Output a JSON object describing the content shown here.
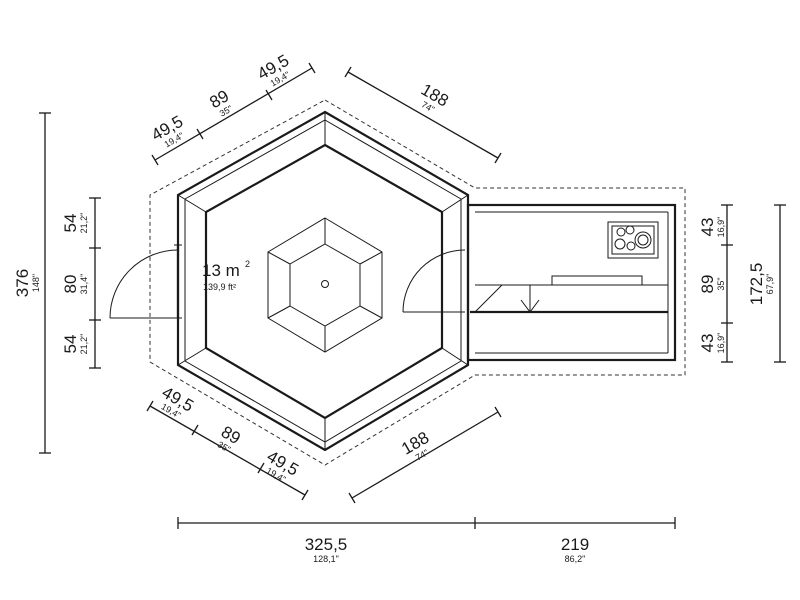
{
  "area": {
    "metric": "13 m",
    "metric_sup": "2",
    "imperial": "139,9 ft²"
  },
  "dimensions": {
    "left_total": {
      "metric": "376",
      "imperial": "148\""
    },
    "left_top": {
      "metric": "54",
      "imperial": "21,2\""
    },
    "left_mid": {
      "metric": "80",
      "imperial": "31,4\""
    },
    "left_bottom": {
      "metric": "54",
      "imperial": "21,2\""
    },
    "top_left_a": {
      "metric": "49,5",
      "imperial": "19,4\""
    },
    "top_left_b": {
      "metric": "89",
      "imperial": "35\""
    },
    "top_left_c": {
      "metric": "49,5",
      "imperial": "19,4\""
    },
    "top_right": {
      "metric": "188",
      "imperial": "74\""
    },
    "bottom_left_a": {
      "metric": "49,5",
      "imperial": "19,4\""
    },
    "bottom_left_b": {
      "metric": "89",
      "imperial": "35\""
    },
    "bottom_left_c": {
      "metric": "49,5",
      "imperial": "19,4\""
    },
    "bottom_right": {
      "metric": "188",
      "imperial": "74\""
    },
    "right_top": {
      "metric": "43",
      "imperial": "16,9\""
    },
    "right_mid": {
      "metric": "89",
      "imperial": "35\""
    },
    "right_bottom": {
      "metric": "43",
      "imperial": "16,9\""
    },
    "right_total": {
      "metric": "172,5",
      "imperial": "67,9\""
    },
    "bottom_main": {
      "metric": "325,5",
      "imperial": "128,1\""
    },
    "bottom_annex": {
      "metric": "219",
      "imperial": "86,2\""
    }
  }
}
